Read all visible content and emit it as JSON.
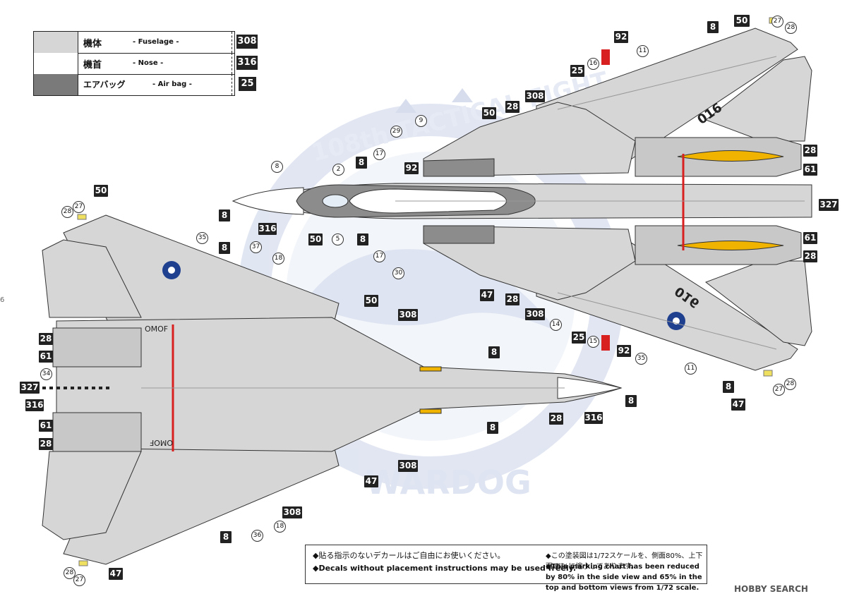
{
  "legend": {
    "rows": [
      {
        "jp": "機体",
        "en": "- Fuselage -",
        "code": "308",
        "color": "#d6d6d6"
      },
      {
        "jp": "機首",
        "en": "- Nose -",
        "code": "316",
        "color": "#ffffff"
      },
      {
        "jp": "エアバッグ",
        "en": "- Air bag -",
        "code": "25",
        "color": "#7a7a7a"
      }
    ]
  },
  "emblem": {
    "top_text": "108th TACTICAL FIGHT",
    "bottom_text": "WARDOG"
  },
  "aircraft_markings": {
    "tail_number": "016",
    "bottom_text": "OMOF"
  },
  "colors": {
    "fuselage": "#d6d6d6",
    "nose": "#ffffff",
    "airbag": "#7a7a7a",
    "outline": "#333333",
    "red_stripe": "#d82020",
    "yellow": "#f0b400",
    "roundel": "#1f3f8f",
    "emblem_tint": "#cdd6ea"
  },
  "callouts": {
    "top": [
      {
        "label": "50",
        "type": "box"
      },
      {
        "label": "27",
        "type": "circle"
      },
      {
        "label": "28",
        "type": "circle"
      },
      {
        "label": "8",
        "type": "box"
      },
      {
        "label": "92",
        "type": "box"
      },
      {
        "label": "11",
        "type": "circle"
      },
      {
        "label": "16",
        "type": "circle"
      },
      {
        "label": "25",
        "type": "box"
      },
      {
        "label": "308",
        "type": "box"
      },
      {
        "label": "28",
        "type": "box"
      },
      {
        "label": "50",
        "type": "box"
      },
      {
        "label": "9",
        "type": "circle"
      },
      {
        "label": "29",
        "type": "circle"
      },
      {
        "label": "8",
        "type": "box"
      },
      {
        "label": "17",
        "type": "circle"
      },
      {
        "label": "92",
        "type": "box"
      },
      {
        "label": "2",
        "type": "circle"
      },
      {
        "label": "8",
        "type": "circle"
      },
      {
        "label": "8",
        "type": "box"
      },
      {
        "label": "316",
        "type": "box"
      },
      {
        "label": "50",
        "type": "box"
      },
      {
        "label": "5",
        "type": "circle"
      },
      {
        "label": "8",
        "type": "box"
      },
      {
        "label": "17",
        "type": "circle"
      },
      {
        "label": "30",
        "type": "circle"
      },
      {
        "label": "47",
        "type": "box"
      },
      {
        "label": "28",
        "type": "box"
      },
      {
        "label": "308",
        "type": "box"
      },
      {
        "label": "14",
        "type": "circle"
      },
      {
        "label": "25",
        "type": "box"
      },
      {
        "label": "15",
        "type": "circle"
      },
      {
        "label": "92",
        "type": "box"
      },
      {
        "label": "35",
        "type": "circle"
      },
      {
        "label": "11",
        "type": "circle"
      },
      {
        "label": "8",
        "type": "box"
      },
      {
        "label": "27",
        "type": "circle"
      },
      {
        "label": "28",
        "type": "circle"
      },
      {
        "label": "47",
        "type": "box"
      },
      {
        "label": "28",
        "type": "box"
      },
      {
        "label": "61",
        "type": "box"
      },
      {
        "label": "327",
        "type": "box"
      },
      {
        "label": "61",
        "type": "box"
      },
      {
        "label": "28",
        "type": "box"
      }
    ],
    "bottom": [
      {
        "label": "50",
        "type": "box"
      },
      {
        "label": "27",
        "type": "circle"
      },
      {
        "label": "28",
        "type": "circle"
      },
      {
        "label": "35",
        "type": "circle"
      },
      {
        "label": "8",
        "type": "box"
      },
      {
        "label": "37",
        "type": "circle"
      },
      {
        "label": "18",
        "type": "circle"
      },
      {
        "label": "50",
        "type": "box"
      },
      {
        "label": "308",
        "type": "box"
      },
      {
        "label": "28",
        "type": "box"
      },
      {
        "label": "61",
        "type": "box"
      },
      {
        "label": "34",
        "type": "circle"
      },
      {
        "label": "327",
        "type": "box"
      },
      {
        "label": "316",
        "type": "box"
      },
      {
        "label": "61",
        "type": "box"
      },
      {
        "label": "28",
        "type": "box"
      },
      {
        "label": "8",
        "type": "box"
      },
      {
        "label": "8",
        "type": "box"
      },
      {
        "label": "28",
        "type": "box"
      },
      {
        "label": "316",
        "type": "box"
      },
      {
        "label": "8",
        "type": "box"
      },
      {
        "label": "308",
        "type": "box"
      },
      {
        "label": "47",
        "type": "box"
      },
      {
        "label": "308",
        "type": "box"
      },
      {
        "label": "18",
        "type": "circle"
      },
      {
        "label": "36",
        "type": "circle"
      },
      {
        "label": "8",
        "type": "box"
      },
      {
        "label": "28",
        "type": "circle"
      },
      {
        "label": "27",
        "type": "circle"
      },
      {
        "label": "47",
        "type": "box"
      }
    ]
  },
  "notes": {
    "jp_left": "◆貼る指示のないデカールはご自由にお使いください。",
    "en_left": "◆Decals without placement instructions may be used freely.",
    "jp_right": "◆この塗装図は1/72スケールを、側面80%、上下面65%に縮小してあります。",
    "en_right": "◆This marking chart has been reduced by 80% in the side view and 65% in the top and bottom views from 1/72 scale."
  },
  "page_number": "6",
  "watermark": "HOBBY SEARCH"
}
